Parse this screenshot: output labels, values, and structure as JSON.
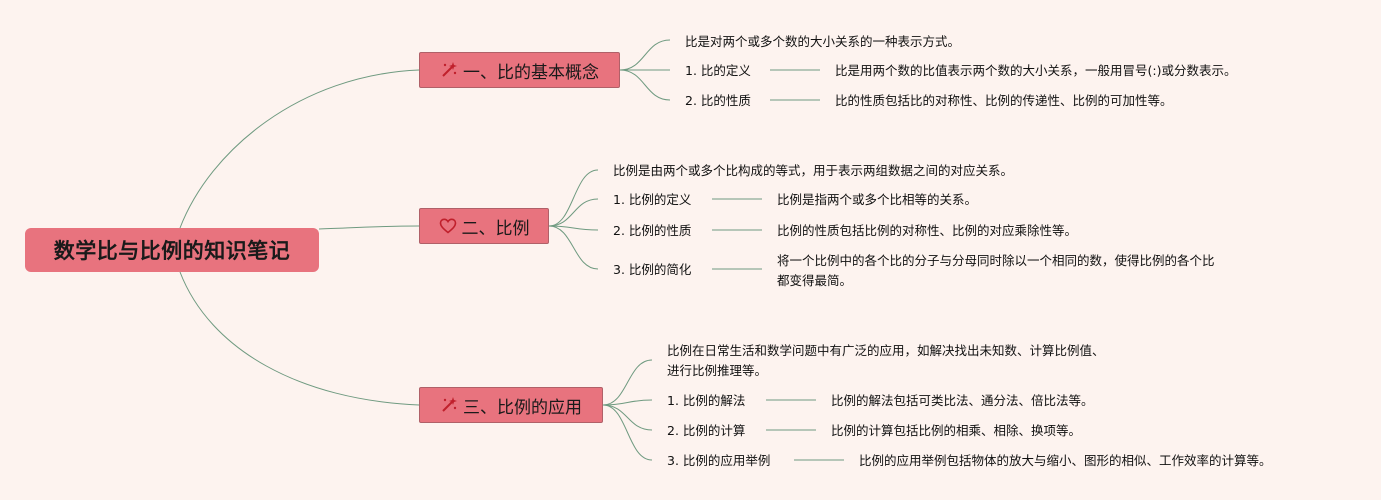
{
  "root": {
    "title": "数学比与比例的知识笔记"
  },
  "branches": [
    {
      "title": "一、比的基本概念",
      "icon": "magic-wand-icon",
      "intro": [
        "比是对两个或多个数的大小关系的一种表示方式。"
      ],
      "items": [
        {
          "label": "1. 比的定义",
          "detail": [
            "比是用两个数的比值表示两个数的大小关系，一般用冒号(:)或分数表示。"
          ]
        },
        {
          "label": "2. 比的性质",
          "detail": [
            "比的性质包括比的对称性、比例的传递性、比例的可加性等。"
          ]
        }
      ]
    },
    {
      "title": "二、比例",
      "icon": "heart-icon",
      "intro": [
        "比例是由两个或多个比构成的等式，用于表示两组数据之间的对应关系。"
      ],
      "items": [
        {
          "label": "1. 比例的定义",
          "detail": [
            "比例是指两个或多个比相等的关系。"
          ]
        },
        {
          "label": "2. 比例的性质",
          "detail": [
            "比例的性质包括比例的对称性、比例的对应乘除性等。"
          ]
        },
        {
          "label": "3. 比例的简化",
          "detail": [
            "将一个比例中的各个比的分子与分母同时除以一个相同的数，使得比例的各个比",
            "都变得最简。"
          ]
        }
      ]
    },
    {
      "title": "三、比例的应用",
      "icon": "magic-wand-icon",
      "intro": [
        "比例在日常生活和数学问题中有广泛的应用，如解决找出未知数、计算比例值、",
        "进行比例推理等。"
      ],
      "items": [
        {
          "label": "1. 比例的解法",
          "detail": [
            "比例的解法包括可类比法、通分法、倍比法等。"
          ]
        },
        {
          "label": "2. 比例的计算",
          "detail": [
            "比例的计算包括比例的相乘、相除、换项等。"
          ]
        },
        {
          "label": "3. 比例的应用举例",
          "detail": [
            "比例的应用举例包括物体的放大与缩小、图形的相似、工作效率的计算等。"
          ]
        }
      ]
    }
  ]
}
